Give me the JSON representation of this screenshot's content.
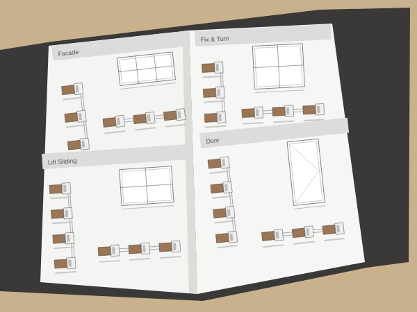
{
  "diagram": {
    "nodes": [
      {
        "text": [
          "Facade"
        ]
      },
      {
        "text": [
          "Fix & Turn"
        ]
      },
      {
        "text": [
          "Lift Sliding"
        ]
      },
      {
        "text": [
          "Door"
        ]
      }
    ]
  }
}
